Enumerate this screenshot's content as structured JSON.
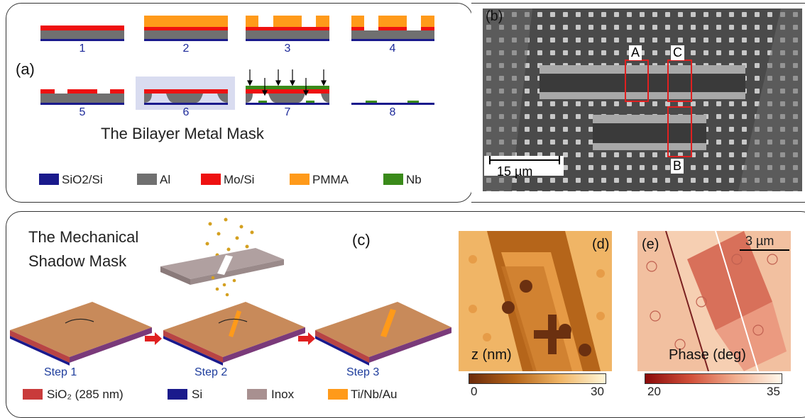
{
  "panel_a": {
    "tag": "(a)",
    "steps": [
      "1",
      "2",
      "3",
      "4",
      "5",
      "6",
      "7",
      "8"
    ],
    "title": "The Bilayer Metal Mask",
    "legend": [
      {
        "label": "SiO2/Si",
        "color": "#1a1a8c"
      },
      {
        "label": "Al",
        "color": "#707070"
      },
      {
        "label": "Mo/Si",
        "color": "#ee1111"
      },
      {
        "label": "PMMA",
        "color": "#ff9a1a"
      },
      {
        "label": "Nb",
        "color": "#3a8a1a"
      }
    ]
  },
  "panel_b": {
    "tag": "(b)",
    "regions": [
      "A",
      "C",
      "B"
    ],
    "scale_bar": "15 µm"
  },
  "panel_c": {
    "tag": "(c)",
    "title_line1": "The Mechanical",
    "title_line2": "Shadow Mask",
    "steps": [
      "Step 1",
      "Step 2",
      "Step 3"
    ],
    "legend": [
      {
        "label": "SiO₂ (285 nm)",
        "color": "#c93b3b"
      },
      {
        "label": "Si",
        "color": "#1a1a8c"
      },
      {
        "label": "Inox",
        "color": "#a89090"
      },
      {
        "label": "Ti/Nb/Au",
        "color": "#ff9a1a"
      }
    ]
  },
  "panel_d": {
    "tag": "(d)",
    "quantity": "z (nm)",
    "colorbar_min": "0",
    "colorbar_max": "30"
  },
  "panel_e": {
    "tag": "(e)",
    "quantity": "Phase (deg)",
    "scale_bar": "3 µm",
    "colorbar_min": "20",
    "colorbar_max": "35"
  }
}
